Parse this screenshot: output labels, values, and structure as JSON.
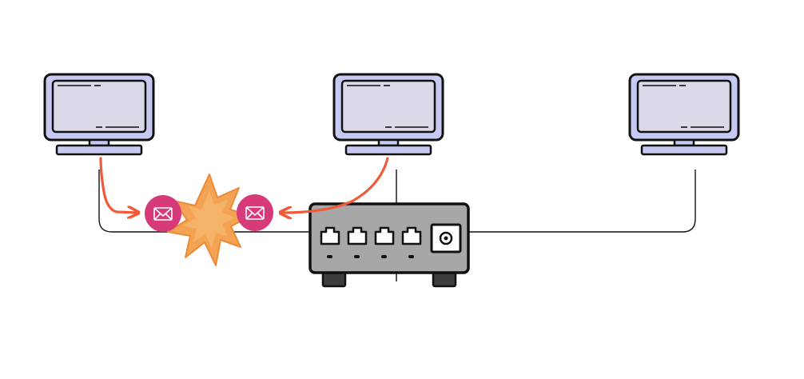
{
  "diagram": {
    "computers": [
      {
        "name": "computer-left"
      },
      {
        "name": "computer-middle"
      },
      {
        "name": "computer-right"
      }
    ],
    "device": {
      "name": "network-hub",
      "port_count": 4,
      "has_power_port": true
    },
    "packets": [
      {
        "name": "packet-left",
        "icon": "envelope-icon",
        "color": "#d63a78"
      },
      {
        "name": "packet-right",
        "icon": "envelope-icon",
        "color": "#d63a78"
      }
    ],
    "event": {
      "icon": "explosion-icon",
      "meaning": "collision"
    },
    "colors": {
      "monitor_fill": "#c8c9f3",
      "screen_fill": "#d9d9e8",
      "outline": "#111111",
      "hub_body": "#a7a7a7",
      "arrow": "#ef5a3a",
      "envelope": "#d63a78",
      "explosion": "#f4a253"
    }
  }
}
